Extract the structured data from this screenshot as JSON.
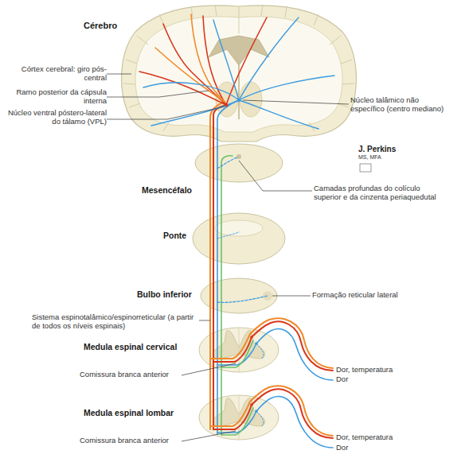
{
  "diagram": {
    "labels": [
      "Cérebro",
      "Córtex cerebral: giro pós-central",
      "Ramo posterior da cápsula interna",
      "Núcleo ventral póstero-lateral do tálamo (VPL)",
      "Núcleo talâmico não específico (centro mediano)",
      "J. Perkins",
      "MS, MFA",
      "Mesencéfalo",
      "Camadas profundas do colículo superior e da cinzenta periaquedutal",
      "Ponte",
      "Bulbo inferior",
      "Formação reticular lateral",
      "Sistema espinotalâmico/espinorreticular (a partir de todos os níveis espinais)",
      "Medula espinal cervical",
      "Comissura branca anterior",
      "Dor, temperatura",
      "Dor",
      "Medula espinal lombar",
      "Comissura branca anterior",
      "Dor, temperatura",
      "Dor"
    ]
  }
}
